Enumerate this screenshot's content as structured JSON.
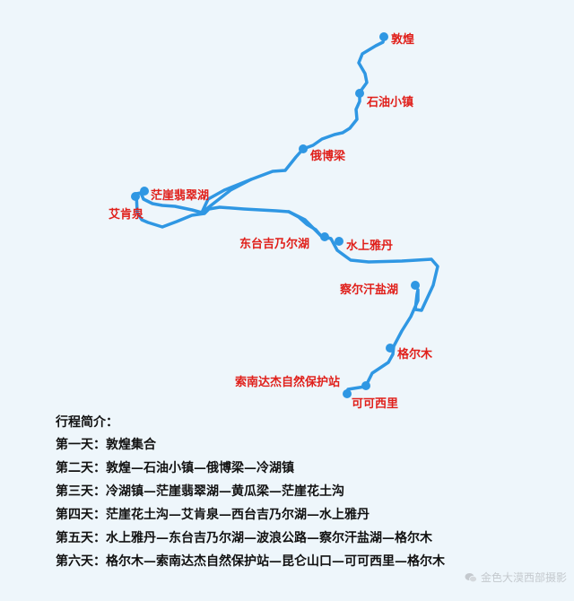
{
  "map": {
    "route_color": "#2f97e3",
    "marker_color": "#2f97e3",
    "label_color": "#e0201b",
    "places": [
      {
        "id": "dunhuang",
        "name": "敦煌"
      },
      {
        "id": "shiyou",
        "name": "石油小镇"
      },
      {
        "id": "ebo",
        "name": "俄博梁"
      },
      {
        "id": "mangya",
        "name": "茫崖翡翠湖"
      },
      {
        "id": "aiqing",
        "name": "艾肯泉"
      },
      {
        "id": "dongtai",
        "name": "东台吉乃尔湖"
      },
      {
        "id": "shuishang",
        "name": "水上雅丹"
      },
      {
        "id": "chaerhan",
        "name": "察尔汗盐湖"
      },
      {
        "id": "geermu",
        "name": "格尔木"
      },
      {
        "id": "suonan",
        "name": "索南达杰自然保护站"
      },
      {
        "id": "kekexili",
        "name": "可可西里"
      }
    ]
  },
  "itinerary": {
    "title": "行程简介：",
    "days": [
      "第一天：敦煌集合",
      "第二天：敦煌—石油小镇—俄博梁—冷湖镇",
      "第三天：冷湖镇—茫崖翡翠湖—黄瓜梁—茫崖花土沟",
      "第四天：茫崖花土沟—艾肯泉—西台吉乃尔湖—水上雅丹",
      "第五天：水上雅丹—东台吉乃尔湖—波浪公路—察尔汗盐湖—格尔木",
      "第六天：格尔木—索南达杰自然保护站—昆仑山口—可可西里—格尔木"
    ]
  },
  "watermark": {
    "icon": "wechat-icon",
    "text": "金色大漠西部摄影"
  }
}
